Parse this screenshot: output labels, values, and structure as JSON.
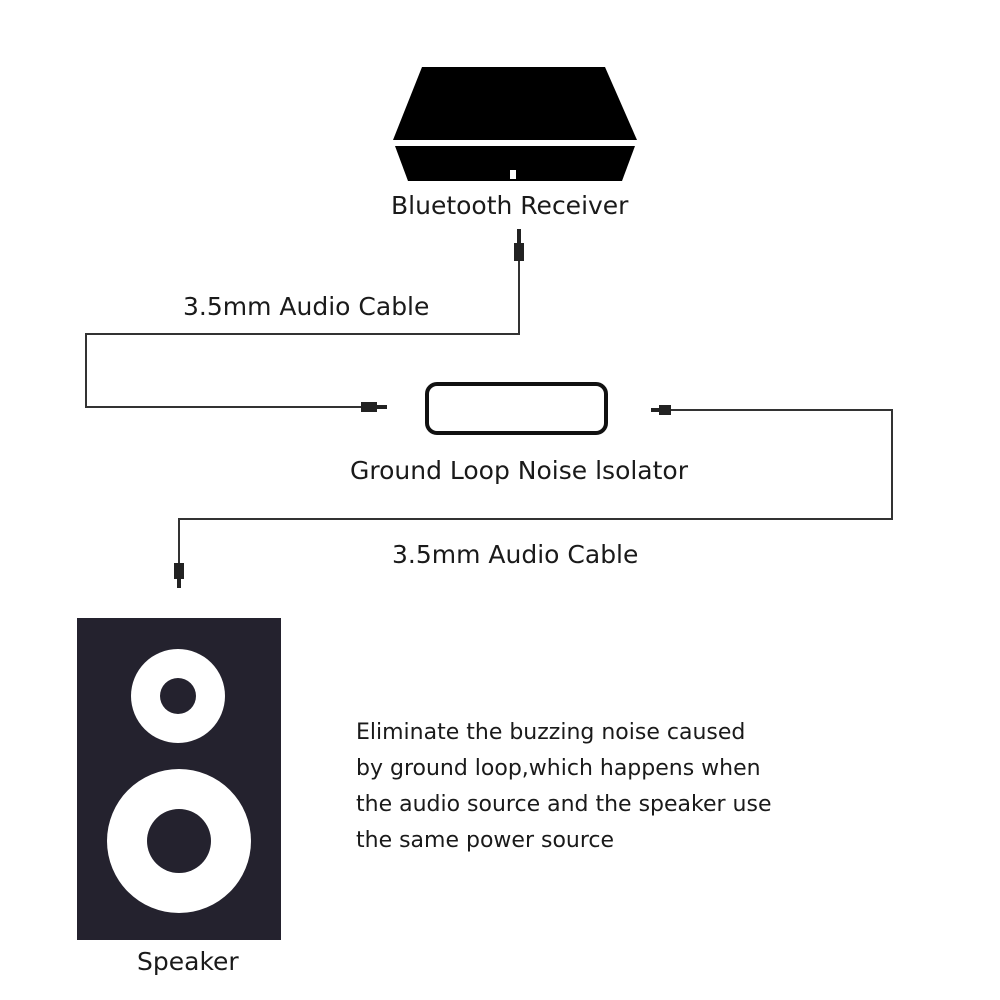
{
  "labels": {
    "receiver": "Bluetooth Receiver",
    "cable_top": "3.5mm Audio Cable",
    "isolator": "Ground Loop Noise lsolator",
    "cable_bottom": "3.5mm Audio Cable",
    "speaker": "Speaker"
  },
  "description": {
    "lines": [
      "Eliminate the buzzing noise caused",
      "by ground loop,which happens when",
      "the audio source and the speaker use",
      "the same power source"
    ]
  },
  "colors": {
    "device": "#000000",
    "speaker_cabinet": "#24222e",
    "cable": "#333333",
    "background": "#ffffff"
  }
}
